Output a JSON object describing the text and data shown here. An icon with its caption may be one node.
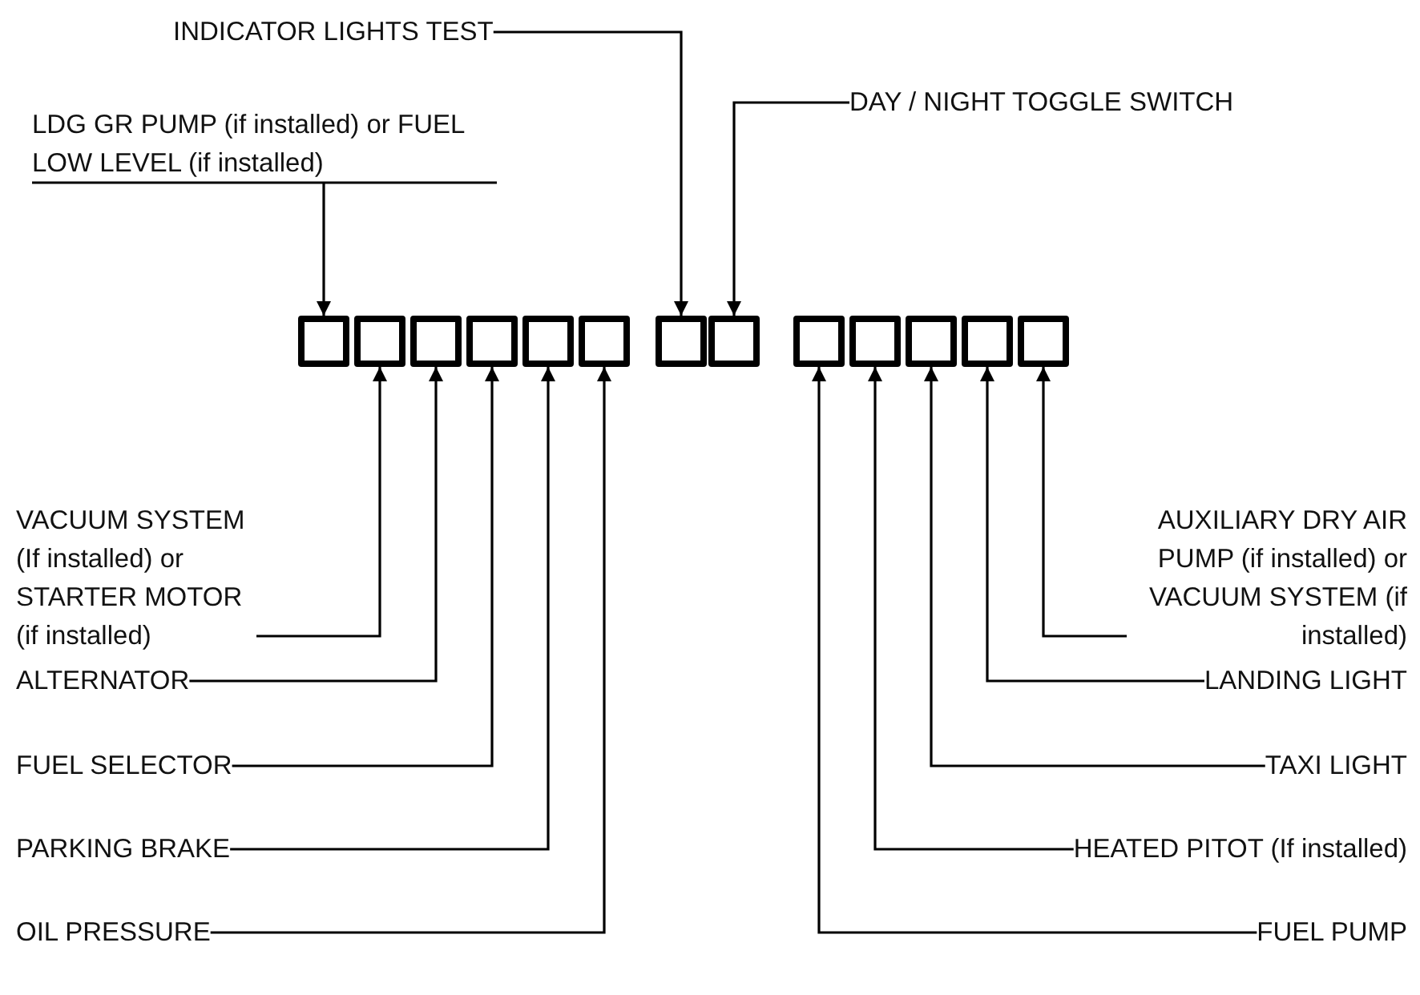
{
  "diagram": {
    "nodes": [
      {
        "text": [
          "INDICATOR LIGHTS TEST"
        ]
      },
      {
        "text": [
          "DAY / NIGHT TOGGLE SWITCH"
        ]
      },
      {
        "text": [
          "LDG GR PUMP (if installed) or FUEL LOW LEVEL (if installed)"
        ]
      },
      {
        "text": [],
        "shape": "box"
      },
      {
        "text": [],
        "shape": "box"
      },
      {
        "text": [],
        "shape": "box"
      },
      {
        "text": [],
        "shape": "box"
      },
      {
        "text": [],
        "shape": "box"
      },
      {
        "text": [],
        "shape": "box"
      },
      {
        "text": [],
        "shape": "box"
      },
      {
        "text": [],
        "shape": "box"
      },
      {
        "text": [],
        "shape": "box"
      },
      {
        "text": [],
        "shape": "box"
      },
      {
        "text": [],
        "shape": "box"
      },
      {
        "text": [],
        "shape": "box"
      },
      {
        "text": [],
        "shape": "box"
      },
      {
        "text": [
          "VACUUM SYSTEM (If installed) or STARTER MOTOR (if installed)"
        ]
      },
      {
        "text": [
          "ALTERNATOR"
        ]
      },
      {
        "text": [
          "FUEL SELECTOR"
        ]
      },
      {
        "text": [
          "PARKING BRAKE"
        ]
      },
      {
        "text": [
          "OIL PRESSURE"
        ]
      },
      {
        "text": [
          "AUXILIARY DRY AIR PUMP (if installed) or VACUUM SYSTEM (if installed)"
        ]
      },
      {
        "text": [
          "LANDING LIGHT"
        ]
      },
      {
        "text": [
          "TAXI LIGHT"
        ]
      },
      {
        "text": [
          "HEATED PITOT (If installed)"
        ]
      },
      {
        "text": [
          "FUEL PUMP"
        ]
      }
    ],
    "edges": [
      {
        "from": 2,
        "to": 3,
        "arrow": "to"
      },
      {
        "from": 16,
        "to": 4,
        "arrow": "to"
      },
      {
        "from": 17,
        "to": 5,
        "arrow": "to"
      },
      {
        "from": 18,
        "to": 6,
        "arrow": "to"
      },
      {
        "from": 19,
        "to": 7,
        "arrow": "to"
      },
      {
        "from": 20,
        "to": 8,
        "arrow": "to"
      },
      {
        "from": 0,
        "to": 9,
        "arrow": "to"
      },
      {
        "from": 1,
        "to": 10,
        "arrow": "to"
      },
      {
        "from": 25,
        "to": 11,
        "arrow": "to"
      },
      {
        "from": 24,
        "to": 12,
        "arrow": "to"
      },
      {
        "from": 23,
        "to": 13,
        "arrow": "to"
      },
      {
        "from": 22,
        "to": 14,
        "arrow": "to"
      },
      {
        "from": 21,
        "to": 15,
        "arrow": "to"
      }
    ]
  }
}
